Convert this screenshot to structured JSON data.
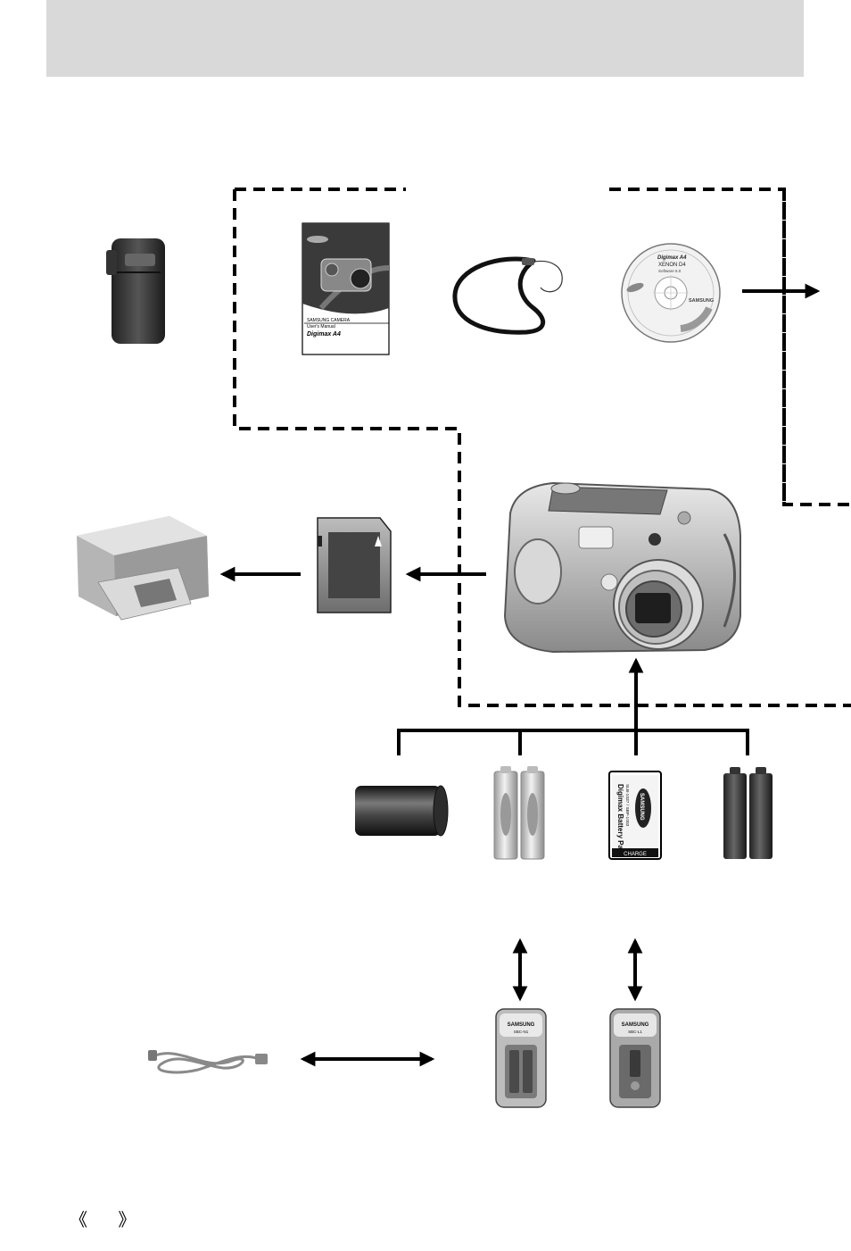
{
  "header": {
    "background": "#d9d9d9"
  },
  "items": {
    "user_manual": {
      "brand": "SAMSUNG",
      "series": "SAMSUNG CAMERA",
      "title": "User's Manual",
      "model": "Digimax A4"
    },
    "software_cd": {
      "model": "Digimax A4",
      "product": "XENON D4",
      "version": "Software 6.0",
      "brand": "SAMSUNG"
    },
    "battery_pack": {
      "brand": "SAMSUNG",
      "name": "Digimax Battery Pack",
      "code": "SLB-1037 / SBP-1003",
      "charge": "CHARGE"
    },
    "charger_1": {
      "brand": "SAMSUNG",
      "model": "SBC-N1"
    },
    "charger_2": {
      "brand": "SAMSUNG",
      "model": "SBC-L1"
    }
  },
  "page_marker": "《 》"
}
